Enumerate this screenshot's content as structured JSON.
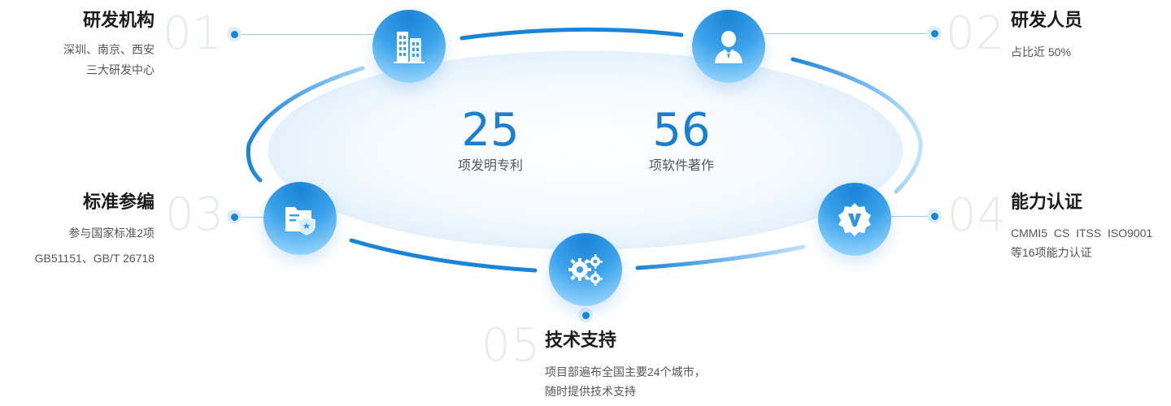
{
  "center": {
    "stats": [
      {
        "value": "25",
        "label": "项发明专利"
      },
      {
        "value": "56",
        "label": "项软件著作"
      }
    ]
  },
  "items": [
    {
      "num": "01",
      "title": "研发机构",
      "lines": [
        "深圳、南京、西安",
        "三大研发中心"
      ],
      "icon": "building-icon"
    },
    {
      "num": "02",
      "title": "研发人员",
      "lines": [
        "占比近 50%"
      ],
      "icon": "person-icon"
    },
    {
      "num": "03",
      "title": "标准参编",
      "lines": [
        "参与国家标准2项",
        "GB51151、GB/T 26718"
      ],
      "icon": "document-shield-icon"
    },
    {
      "num": "04",
      "title": "能力认证",
      "lines": [
        "CMMI5  CS  ITSS  ISO9001",
        "等16项能力认证"
      ],
      "icon": "certification-badge-icon"
    },
    {
      "num": "05",
      "title": "技术支持",
      "lines": [
        "项目部遍布全国主要24个城市，",
        "随时提供技术支持"
      ],
      "icon": "gears-icon"
    }
  ],
  "colors": {
    "accent": "#1a84d6",
    "number": "#1a7fd1",
    "faint_number": "#e6eaf1"
  }
}
